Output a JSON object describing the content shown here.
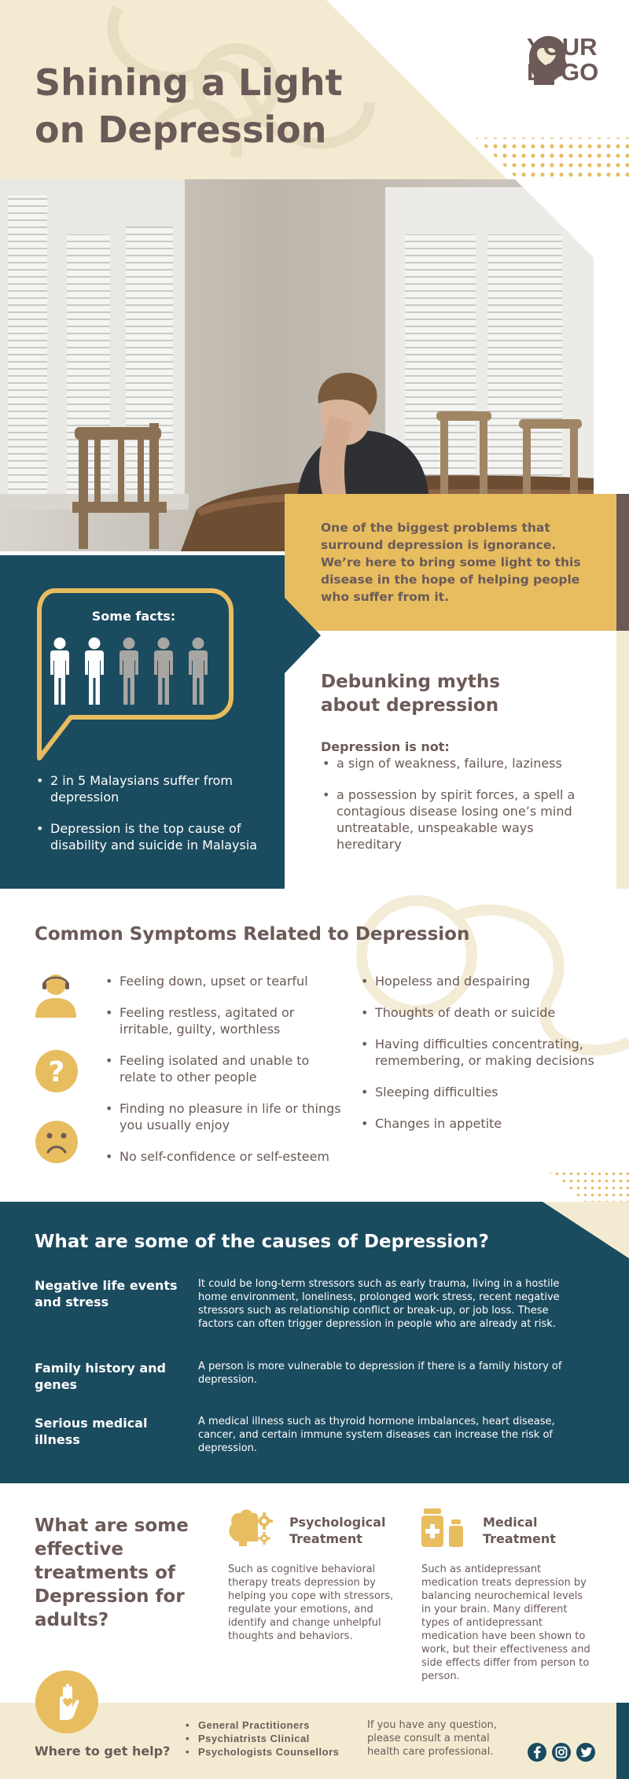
{
  "header": {
    "title_line1": "Shining a Light",
    "title_line2": "on Depression",
    "logo_line1": "YOUR",
    "logo_line2": "LOGO",
    "logo_icon": "head-heart-icon"
  },
  "intro": {
    "text": "One of the biggest problems that surround depression is ignorance. We’re here to bring some light to this disease in the hope of helping people who suffer from it."
  },
  "facts": {
    "label": "Some facts:",
    "figures_total": 5,
    "figures_highlighted": 2,
    "items": [
      "2 in 5 Malaysians suffer from depression",
      "Depression is the top cause of disability and suicide in Malaysia"
    ]
  },
  "myths": {
    "title_line1": "Debunking myths",
    "title_line2": "about depression",
    "subtitle": "Depression is not:",
    "items": [
      "a sign of weakness, failure, laziness",
      "a possession by spirit forces, a spell a contagious disease losing one’s mind untreatable, unspeakable ways hereditary"
    ]
  },
  "symptoms": {
    "title": "Common Symptoms Related to Depression",
    "col1": [
      "Feeling down, upset or tearful",
      "Feeling restless, agitated or irritable, guilty, worthless",
      "Feeling isolated and unable to relate to other people",
      "Finding no pleasure in life or things you usually enjoy",
      "No self-confidence or self-esteem"
    ],
    "col2": [
      "Hopeless and despairing",
      "Thoughts of death or suicide",
      "Having difficulties concentrating, remembering, or making decisions",
      "Sleeping difficulties",
      "Changes in appetite"
    ],
    "icons": [
      "person-headset-icon",
      "question-mark-icon",
      "sad-face-icon"
    ]
  },
  "causes": {
    "title": "What are some of the causes of Depression?",
    "items": [
      {
        "label": "Negative life events and stress",
        "text": "It could be long-term stressors such as early trauma, living in a hostile home environment, loneliness, prolonged work stress, recent negative stressors such as relationship conflict or break-up, or job loss. These factors can often trigger depression in people who are already at risk."
      },
      {
        "label": "Family history and genes",
        "text": "A person is more vulnerable to depression if there is a family history of depression."
      },
      {
        "label": "Serious medical illness",
        "text": "A medical illness such as thyroid hormone imbalances, heart disease, cancer, and certain immune system diseases can increase the risk of depression."
      }
    ]
  },
  "treatments": {
    "title": "What are some effective treatments of Depression for adults?",
    "items": [
      {
        "icon": "brain-gears-icon",
        "title": "Psychological Treatment",
        "text": "Such as cognitive behavioral therapy treats depression by helping you cope with stressors, regulate your emotions, and identify and change unhelpful thoughts and behaviors."
      },
      {
        "icon": "medicine-bottles-icon",
        "title": "Medical Treatment",
        "text": "Such as antidepressant medication treats depression by balancing neurochemical levels in your brain. Many different types of antidepressant medication have been shown to work, but their effectiveness and side effects differ from person to person."
      }
    ]
  },
  "help": {
    "label": "Where to get help?",
    "icon": "hand-heart-icon",
    "items": [
      "General Practitioners",
      "Psychiatrists Clinical",
      "Psychologists Counsellors"
    ],
    "note": "If you have any question, please consult a mental health care professional.",
    "social": [
      "facebook-icon",
      "instagram-icon",
      "twitter-icon"
    ]
  },
  "colors": {
    "brown": "#6b5a57",
    "gold": "#e7bd60",
    "teal": "#1b4b5e",
    "cream": "#f3ebd1"
  }
}
